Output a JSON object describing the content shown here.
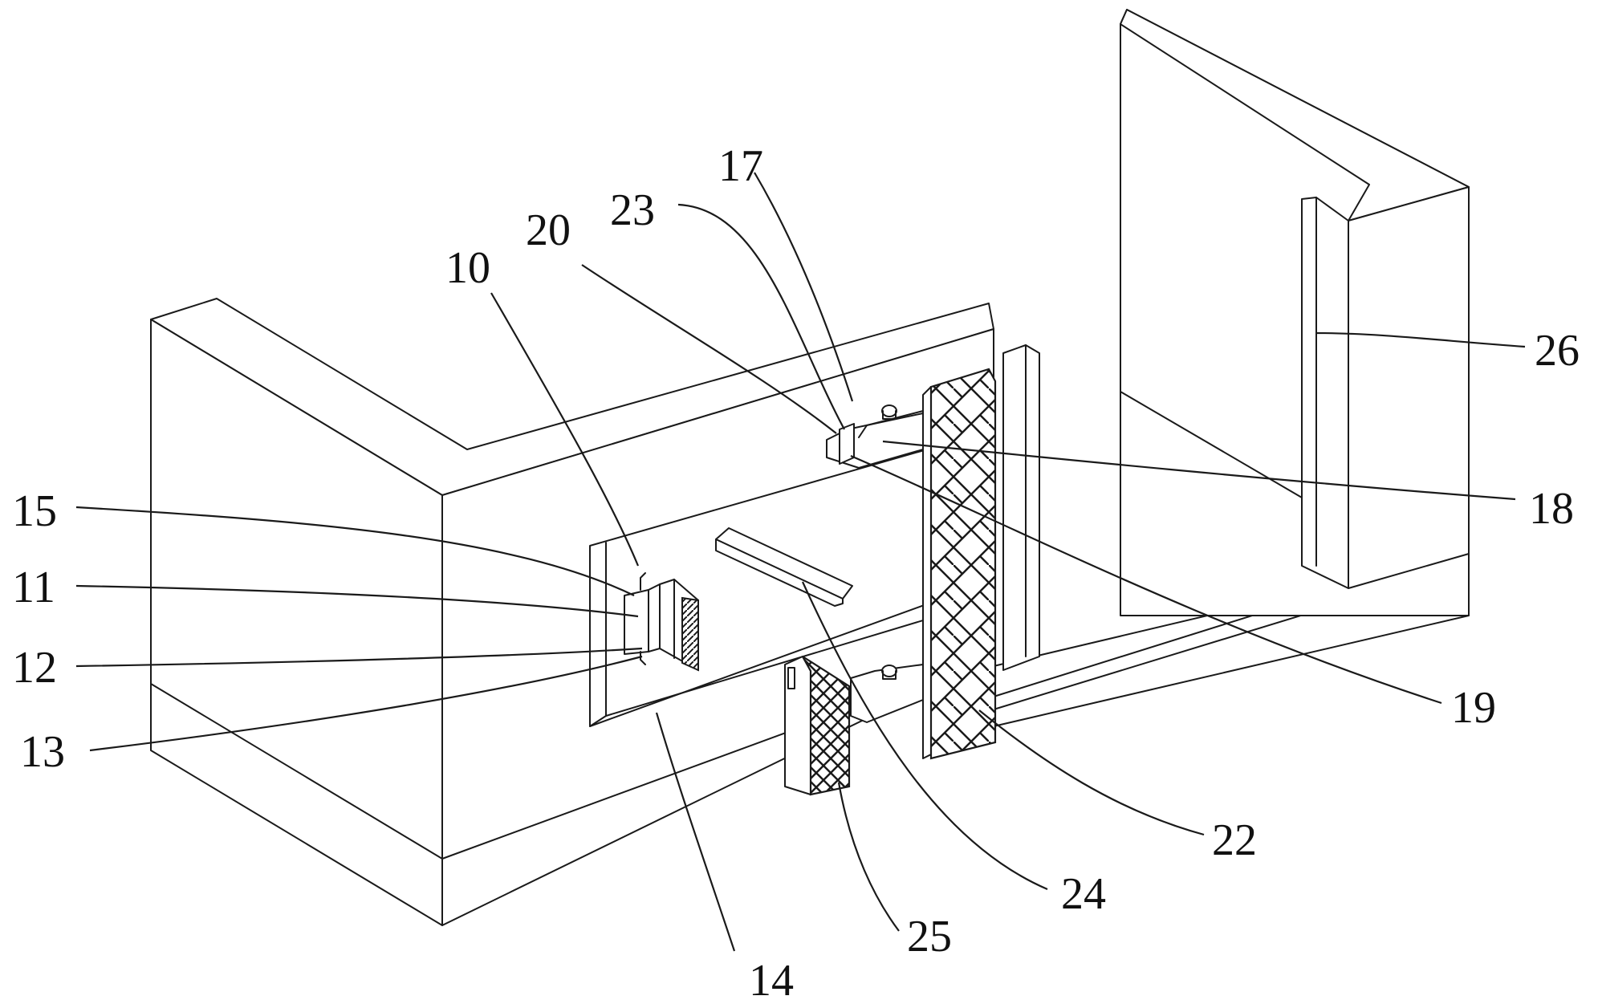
{
  "figure": {
    "labels": {
      "l10": "10",
      "l11": "11",
      "l12": "12",
      "l13": "13",
      "l14": "14",
      "l15": "15",
      "l17": "17",
      "l18": "18",
      "l19": "19",
      "l20": "20",
      "l22": "22",
      "l23": "23",
      "l24": "24",
      "l25": "25",
      "l26": "26"
    }
  }
}
